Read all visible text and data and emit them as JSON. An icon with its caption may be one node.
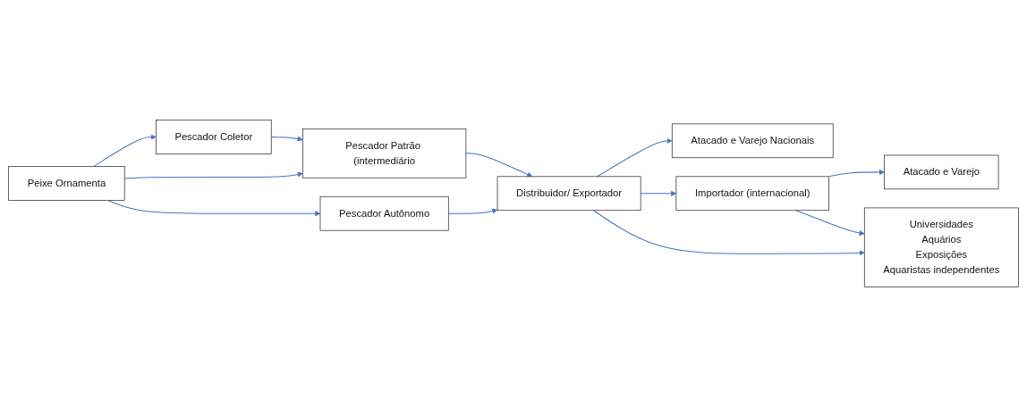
{
  "diagram": {
    "nodes": [
      {
        "text": [
          "Peixe Ornamenta"
        ]
      },
      {
        "text": [
          "Pescador Coletor"
        ]
      },
      {
        "text": [
          "Pescador Patrão (intermediário"
        ]
      },
      {
        "text": [
          "Pescador Autônomo"
        ]
      },
      {
        "text": [
          "Atacado e Varejo Nacionais"
        ]
      },
      {
        "text": [
          "Distribuidor/ Exportador"
        ]
      },
      {
        "text": [
          "Atacado e Varejo"
        ]
      },
      {
        "text": [
          "Importador (internacional)"
        ]
      },
      {
        "text": [
          "Universidades",
          "Aquários",
          "Exposições",
          "Aquaristas independentes"
        ]
      }
    ],
    "edges": [
      {
        "from": 0,
        "to": 1,
        "arrow": "to"
      },
      {
        "from": 1,
        "to": 2,
        "arrow": "to"
      },
      {
        "from": 0,
        "to": 2,
        "arrow": "to"
      },
      {
        "from": 0,
        "to": 3,
        "arrow": "to"
      },
      {
        "from": 2,
        "to": 5,
        "arrow": "to"
      },
      {
        "from": 3,
        "to": 5,
        "arrow": "to"
      },
      {
        "from": 5,
        "to": 4,
        "arrow": "to"
      },
      {
        "from": 5,
        "to": 7,
        "arrow": "to"
      },
      {
        "from": 7,
        "to": 6,
        "arrow": "to"
      },
      {
        "from": 5,
        "to": 8,
        "arrow": "to"
      },
      {
        "from": 7,
        "to": 8,
        "arrow": "to"
      }
    ]
  }
}
